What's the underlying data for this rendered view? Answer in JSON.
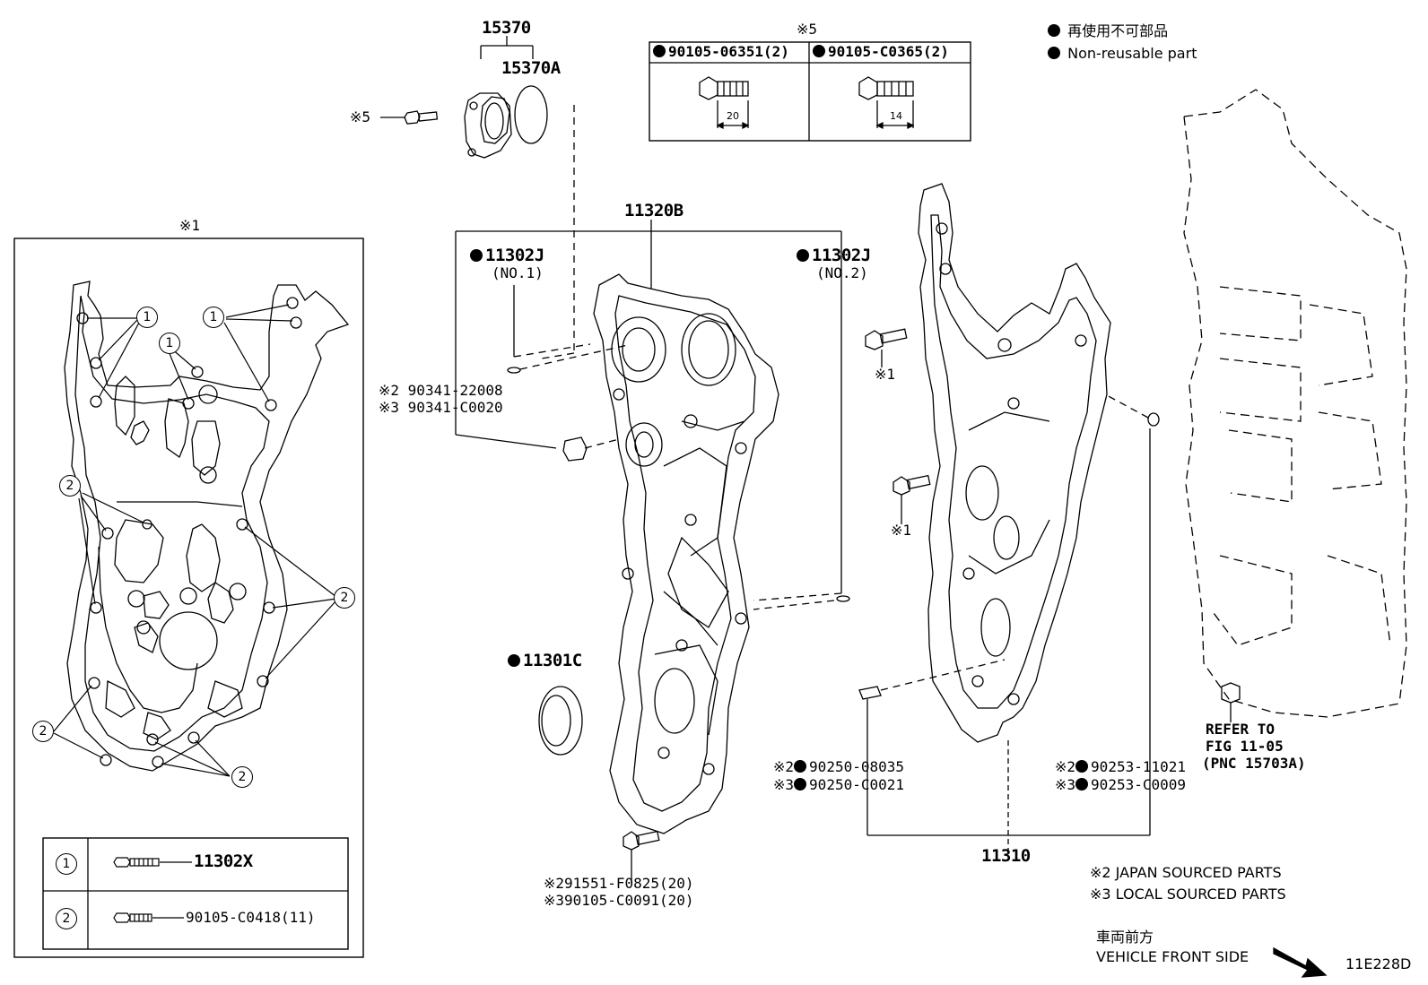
{
  "labels": {
    "p15370": "15370",
    "p15370A": "15370A",
    "note5_small": "※5",
    "note5_top": "※5",
    "table5_left": "90105-06351(2)",
    "table5_right": "90105-C0365(2)",
    "dim20": "20",
    "dim14": "14",
    "legend_jp": "再使用不可部品",
    "legend_en": "Non-reusable part",
    "note1_box": "※1",
    "p11320B": "11320B",
    "p11302J_1": "11302J",
    "no1": "(NO.1)",
    "p11302J_2": "11302J",
    "no2": "(NO.2)",
    "bolt_a": "※2 90341-22008",
    "bolt_b": "※3 90341-C0020",
    "p11301C": "11301C",
    "bot_a": "※291551-F0825(20)",
    "bot_b": "※390105-C0091(20)",
    "note1_a": "※1",
    "note1_b": "※1",
    "pin_a": "※2",
    "pin_a_pn": "90250-08035",
    "pin_b": "※3",
    "pin_b_pn": "90250-C0021",
    "p11310": "11310",
    "r_a": "※2",
    "r_a_pn": "90253-11021",
    "r_b": "※3",
    "r_b_pn": "90253-C0009",
    "refer1": "REFER TO",
    "refer2": "FIG 11-05",
    "refer3": "(PNC 15703A)",
    "jpn": "※2 JAPAN SOURCED PARTS",
    "local": "※3 LOCAL SOURCED PARTS",
    "front_jp": "車両前方",
    "front_en": "VEHICLE FRONT SIDE",
    "fig_id": "11E228D",
    "circ1": "1",
    "circ2": "2",
    "t_row1_num": "1",
    "t_row1_pn": "11302X",
    "t_row2_num": "2",
    "t_row2_pn": "90105-C0418(11)"
  }
}
